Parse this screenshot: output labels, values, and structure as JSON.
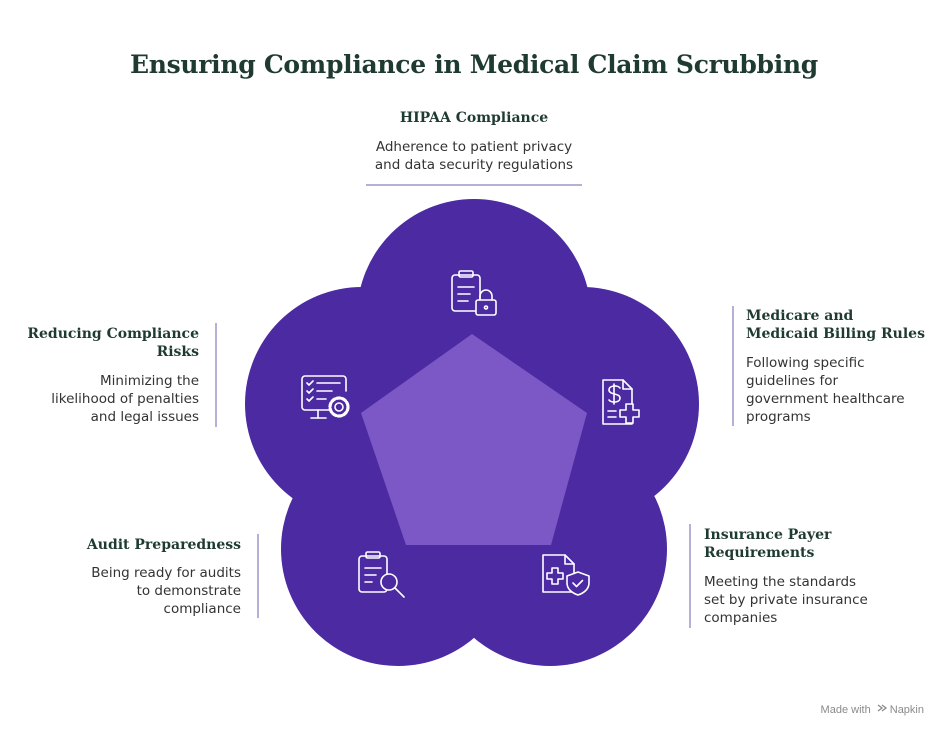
{
  "title": "Ensuring Compliance in Medical Claim Scrubbing",
  "colors": {
    "petal": "#4b2aa2",
    "pentagon": "#7c57c6",
    "icon_stroke": "#ffffff",
    "heading": "#1e3a31",
    "divider": "#b8aed6"
  },
  "items": [
    {
      "heading": "HIPAA Compliance",
      "desc": [
        "Adherence to patient privacy",
        "and data security regulations"
      ],
      "icon": "clipboard-lock-icon"
    },
    {
      "heading": [
        "Medicare and",
        "Medicaid Billing Rules"
      ],
      "desc": [
        "Following specific",
        "guidelines for",
        "government healthcare",
        "programs"
      ],
      "icon": "dollar-document-plus-icon"
    },
    {
      "heading": [
        "Insurance Payer",
        "Requirements"
      ],
      "desc": [
        "Meeting the standards",
        "set by private insurance",
        "companies"
      ],
      "icon": "medical-shield-check-icon"
    },
    {
      "heading": "Audit Preparedness",
      "desc": [
        "Being ready for audits",
        "to demonstrate",
        "compliance"
      ],
      "icon": "clipboard-search-icon"
    },
    {
      "heading": [
        "Reducing Compliance",
        "Risks"
      ],
      "desc": [
        "Minimizing the",
        "likelihood of penalties",
        "and legal issues"
      ],
      "icon": "checklist-gear-icon"
    }
  ],
  "watermark": {
    "prefix": "Made with",
    "brand": "Napkin"
  }
}
